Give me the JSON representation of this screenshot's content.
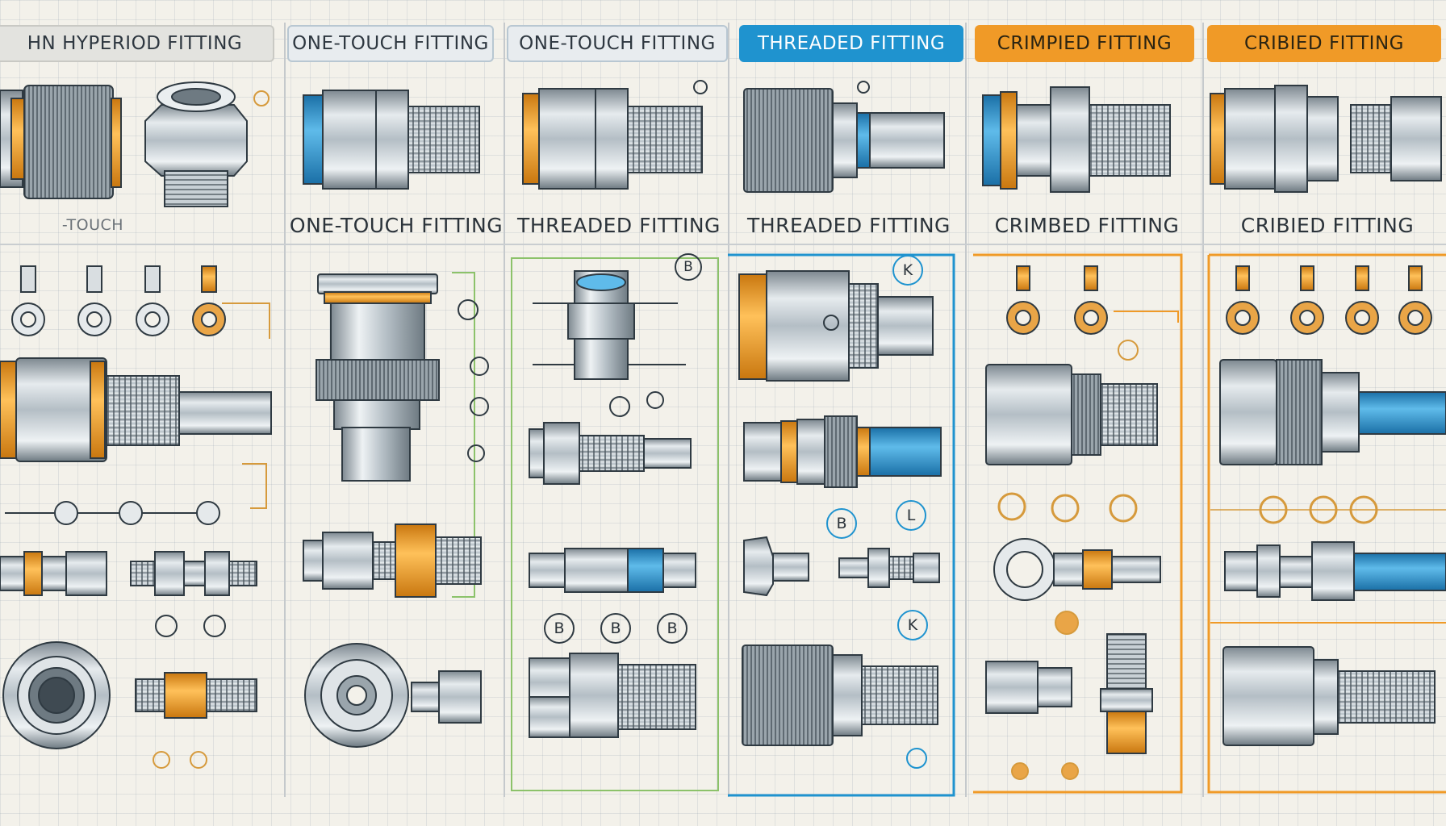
{
  "columns": [
    {
      "header": "HN HYPERIOD FITTING",
      "caption": "-TOUCH",
      "style": "grey"
    },
    {
      "header": "ONE-TOUCH FITTING",
      "caption": "ONE-TOUCH FITTING",
      "style": "grey-light"
    },
    {
      "header": "ONE-TOUCH FITTING",
      "caption": "THREADED FITTING",
      "style": "grey-light"
    },
    {
      "header": "THREADED FITTING",
      "caption": "THREADED FITTING",
      "style": "blue"
    },
    {
      "header": "CRIMPIED FITTING",
      "caption": "CRIMBED FITTING",
      "style": "orange"
    },
    {
      "header": "CRIBIED FITTING",
      "caption": "CRIBIED  FITTING",
      "style": "orange"
    }
  ],
  "markers": {
    "col3": [
      "B",
      "B",
      "B",
      "B"
    ],
    "col4": [
      "K",
      "B",
      "L",
      "K"
    ]
  },
  "colors": {
    "steel": "#b9c2c8",
    "steel_dark": "#5d6870",
    "orange_accent": "#f0a02a",
    "blue_accent": "#1f93cf",
    "green_line": "#8cc26a",
    "grid": "#dfe3e6"
  },
  "icons": [
    "fitting-icon",
    "hex-nut-icon",
    "ring-terminal-icon",
    "coupling-icon",
    "valve-icon",
    "tube-icon"
  ]
}
